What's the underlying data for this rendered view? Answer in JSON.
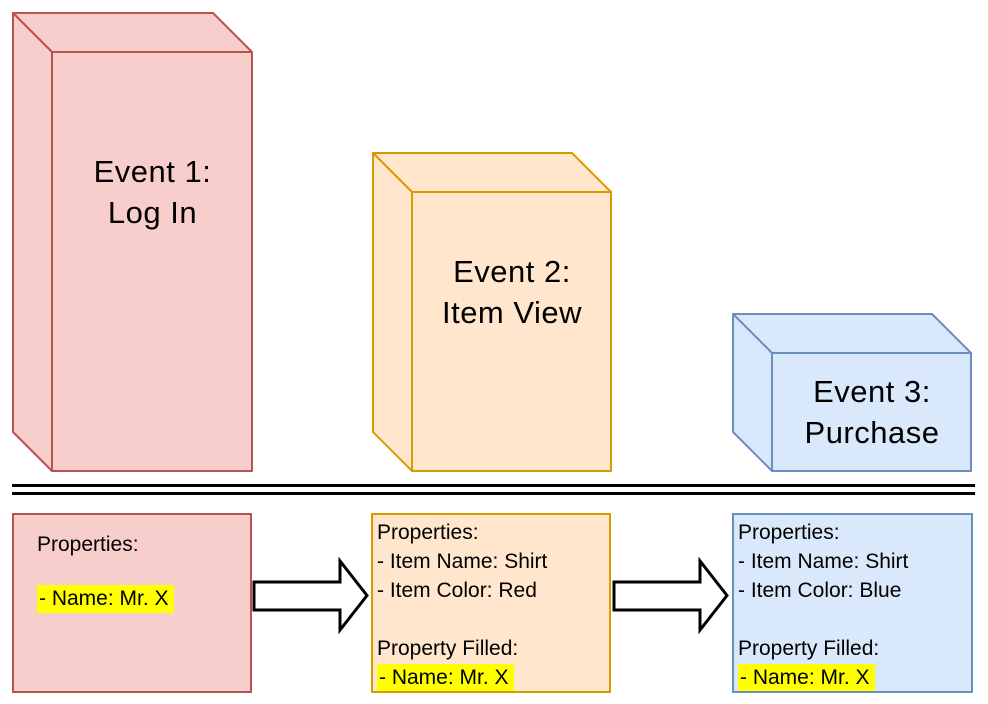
{
  "colors": {
    "highlight": "#FFFF00",
    "arrow_fill": "#FFFFFF",
    "line_color": "#000000",
    "background": "#FFFFFF",
    "event1_fill": "#F8CECC",
    "event1_stroke": "#B85450",
    "event2_fill": "#FFE6CC",
    "event2_stroke": "#D79B00",
    "event3_fill": "#DAE8FC",
    "event3_stroke": "#6C8EBF"
  },
  "events": [
    {
      "title": "Event 1:",
      "subtitle": "Log In",
      "fill": "#F8CECC",
      "stroke": "#B85450"
    },
    {
      "title": "Event 2:",
      "subtitle": "Item View",
      "fill": "#FFE6CC",
      "stroke": "#D79B00"
    },
    {
      "title": "Event 3:",
      "subtitle": "Purchase",
      "fill": "#DAE8FC",
      "stroke": "#6C8EBF"
    }
  ],
  "property_boxes": [
    {
      "name": "login-properties",
      "fill": "#F8CECC",
      "stroke": "#B85450",
      "lines": [
        [
          {
            "t": "Properties:",
            "hl": false
          }
        ],
        [],
        [
          {
            "t": "- Name: Mr. X",
            "hl": true
          }
        ]
      ]
    },
    {
      "name": "item-view-properties",
      "fill": "#FFE6CC",
      "stroke": "#D79B00",
      "lines": [
        [
          {
            "t": "Properties:",
            "hl": false
          }
        ],
        [
          {
            "t": "- Item Name: Shirt",
            "hl": false
          }
        ],
        [
          {
            "t": "- Item Color: Red",
            "hl": false
          }
        ],
        [],
        [
          {
            "t": "Property Filled:",
            "hl": false
          }
        ],
        [
          {
            "t": "- Name: Mr. X",
            "hl": true
          }
        ]
      ]
    },
    {
      "name": "purchase-properties",
      "fill": "#DAE8FC",
      "stroke": "#6C8EBF",
      "lines": [
        [
          {
            "t": "Properties:",
            "hl": false
          }
        ],
        [
          {
            "t": "- Item Name: Shirt",
            "hl": false
          }
        ],
        [
          {
            "t": "- Item Color: Blue",
            "hl": false
          }
        ],
        [],
        [
          {
            "t": "Property Filled:",
            "hl": false
          }
        ],
        [
          {
            "t": "- Name: Mr. X",
            "hl": true
          }
        ]
      ]
    }
  ]
}
